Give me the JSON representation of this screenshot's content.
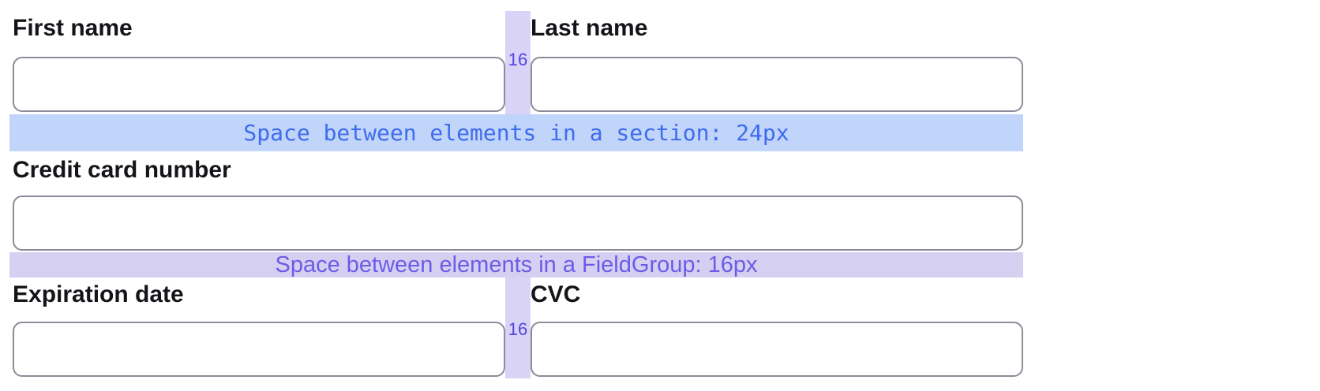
{
  "spacing_demo": {
    "row1": {
      "fields": [
        {
          "label": "First name"
        },
        {
          "label": "Last name"
        }
      ],
      "gap_label": "16"
    },
    "section_spacer": {
      "text": "Space between elements in a section: 24px"
    },
    "credit_card_field": {
      "label": "Credit card number"
    },
    "fieldgroup_spacer": {
      "text": "Space between elements in a FieldGroup: 16px"
    },
    "row2": {
      "fields": [
        {
          "label": "Expiration date"
        },
        {
          "label": "CVC"
        }
      ],
      "gap_label": "16"
    },
    "colors": {
      "label_text": "#141519",
      "input_border": "#898d98",
      "gap_bar_bg": "#d8d3f7",
      "gap_label_text": "#5444e0",
      "section_spacer_bg": "#c1d4f9",
      "section_spacer_text": "#3e6cee",
      "fieldgroup_spacer_bg": "#d5d0f2",
      "fieldgroup_spacer_text": "#6d5be7"
    }
  }
}
